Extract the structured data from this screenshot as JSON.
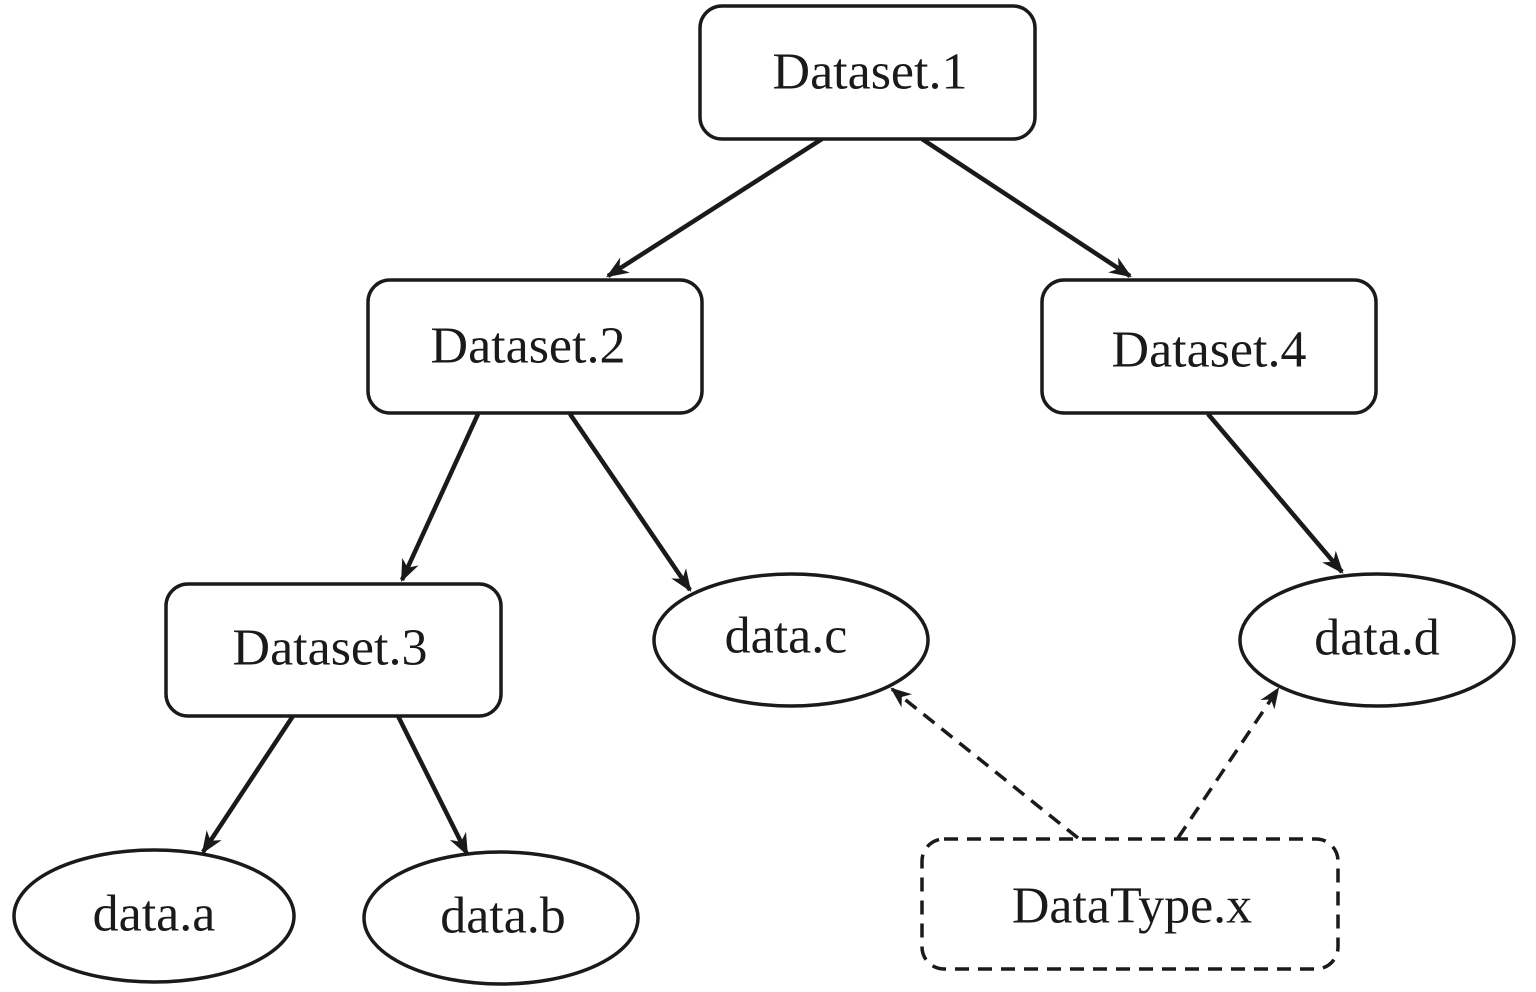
{
  "nodes": {
    "dataset1": {
      "label": "Dataset.1",
      "shape": "rounded-rect"
    },
    "dataset2": {
      "label": "Dataset.2",
      "shape": "rounded-rect"
    },
    "dataset3": {
      "label": "Dataset.3",
      "shape": "rounded-rect"
    },
    "dataset4": {
      "label": "Dataset.4",
      "shape": "rounded-rect"
    },
    "data_a": {
      "label": "data.a",
      "shape": "ellipse"
    },
    "data_b": {
      "label": "data.b",
      "shape": "ellipse"
    },
    "data_c": {
      "label": "data.c",
      "shape": "ellipse"
    },
    "data_d": {
      "label": "data.d",
      "shape": "ellipse"
    },
    "datatype_x": {
      "label": "DataType.x",
      "shape": "dashed-rounded-rect"
    }
  },
  "edges": [
    {
      "from": "dataset1",
      "to": "dataset2",
      "style": "solid"
    },
    {
      "from": "dataset1",
      "to": "dataset4",
      "style": "solid"
    },
    {
      "from": "dataset2",
      "to": "dataset3",
      "style": "solid"
    },
    {
      "from": "dataset2",
      "to": "data_c",
      "style": "solid"
    },
    {
      "from": "dataset3",
      "to": "data_a",
      "style": "solid"
    },
    {
      "from": "dataset3",
      "to": "data_b",
      "style": "solid"
    },
    {
      "from": "dataset4",
      "to": "data_d",
      "style": "solid"
    },
    {
      "from": "datatype_x",
      "to": "data_c",
      "style": "dashed"
    },
    {
      "from": "datatype_x",
      "to": "data_d",
      "style": "dashed"
    }
  ],
  "colors": {
    "stroke": "#1a1a1a",
    "background": "#ffffff"
  }
}
